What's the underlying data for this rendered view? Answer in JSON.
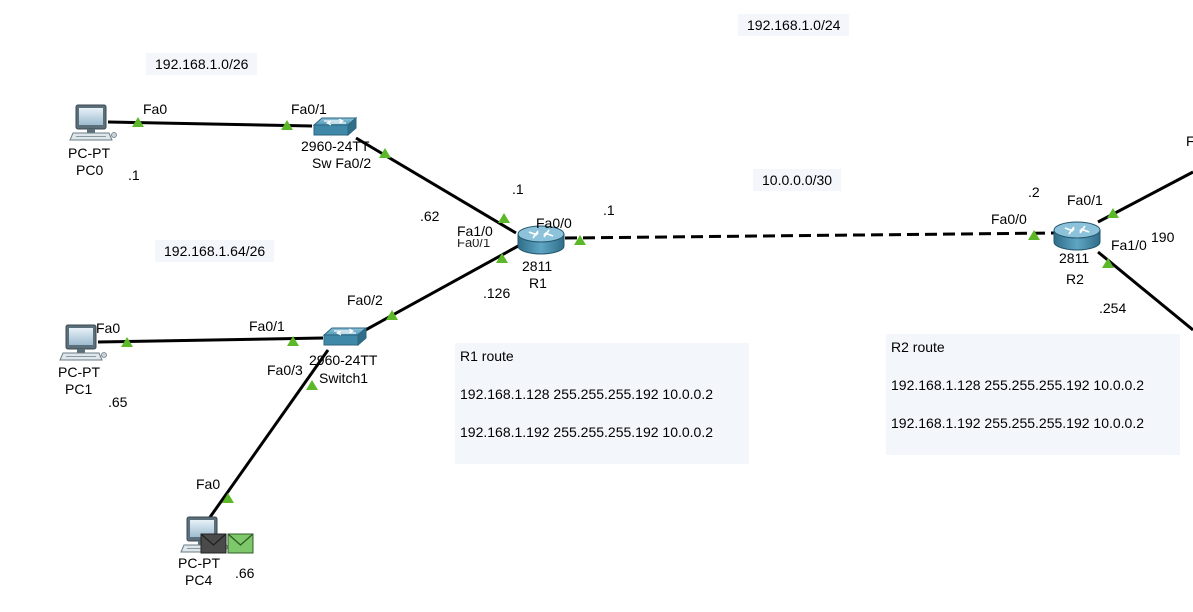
{
  "networks": {
    "lan1": "192.168.1.0/26",
    "lan2": "192.168.1.64/26",
    "whole": "192.168.1.0/24",
    "wan": "10.0.0.0/30"
  },
  "devices": {
    "pc0": {
      "model": "PC-PT",
      "name": "PC0",
      "ip": ".1"
    },
    "pc1": {
      "model": "PC-PT",
      "name": "PC1",
      "ip": ".65"
    },
    "pc4": {
      "model": "PC-PT",
      "name": "PC4",
      "ip": ".66"
    },
    "sw0": {
      "model": "2960-24TT",
      "name": "Sw Fa0/2"
    },
    "sw1": {
      "model": "2960-24TT",
      "name": "Switch1"
    },
    "r1": {
      "model": "2811",
      "name": "R1"
    },
    "r2": {
      "model": "2811",
      "name": "R2"
    }
  },
  "ports": {
    "pc0_fa0": "Fa0",
    "sw0_fa01": "Fa0/1",
    "r1_fa10": "Fa1/0",
    "r1_fa01": "Fa0/1",
    "r1_fa00": "Fa0/0",
    "pc1_fa0": "Fa0",
    "sw1_fa01": "Fa0/1",
    "sw1_fa02": "Fa0/2",
    "sw1_fa03": "Fa0/3",
    "pc4_fa0": "Fa0",
    "r2_fa00": "Fa0/0",
    "r2_fa01": "Fa0/1",
    "r2_fa10": "Fa1/0",
    "edge_p": "F",
    "edge_190": "190"
  },
  "addresses": {
    "r1_lan1": ".62",
    "r1_lan1_gw": ".1",
    "r1_wan": ".1",
    "r1_lan2": ".126",
    "r2_wan": ".2",
    "r2_lan": ".254"
  },
  "notes": {
    "r1": {
      "title": "R1 route",
      "routes": [
        "192.168.1.128 255.255.255.192 10.0.0.2",
        "192.168.1.192 255.255.255.192 10.0.0.2"
      ]
    },
    "r2": {
      "title": "R2 route",
      "routes": [
        "192.168.1.128 255.255.255.192 10.0.0.2",
        "192.168.1.192 255.255.255.192 10.0.0.2"
      ]
    }
  },
  "colors": {
    "link": "#000000",
    "link_up": "#5cb829",
    "device_blue": "#3f88a8",
    "note_bg": "#f3f6fb",
    "pdu_dark": "#4a4a4a",
    "pdu_green": "#7ec76b"
  }
}
